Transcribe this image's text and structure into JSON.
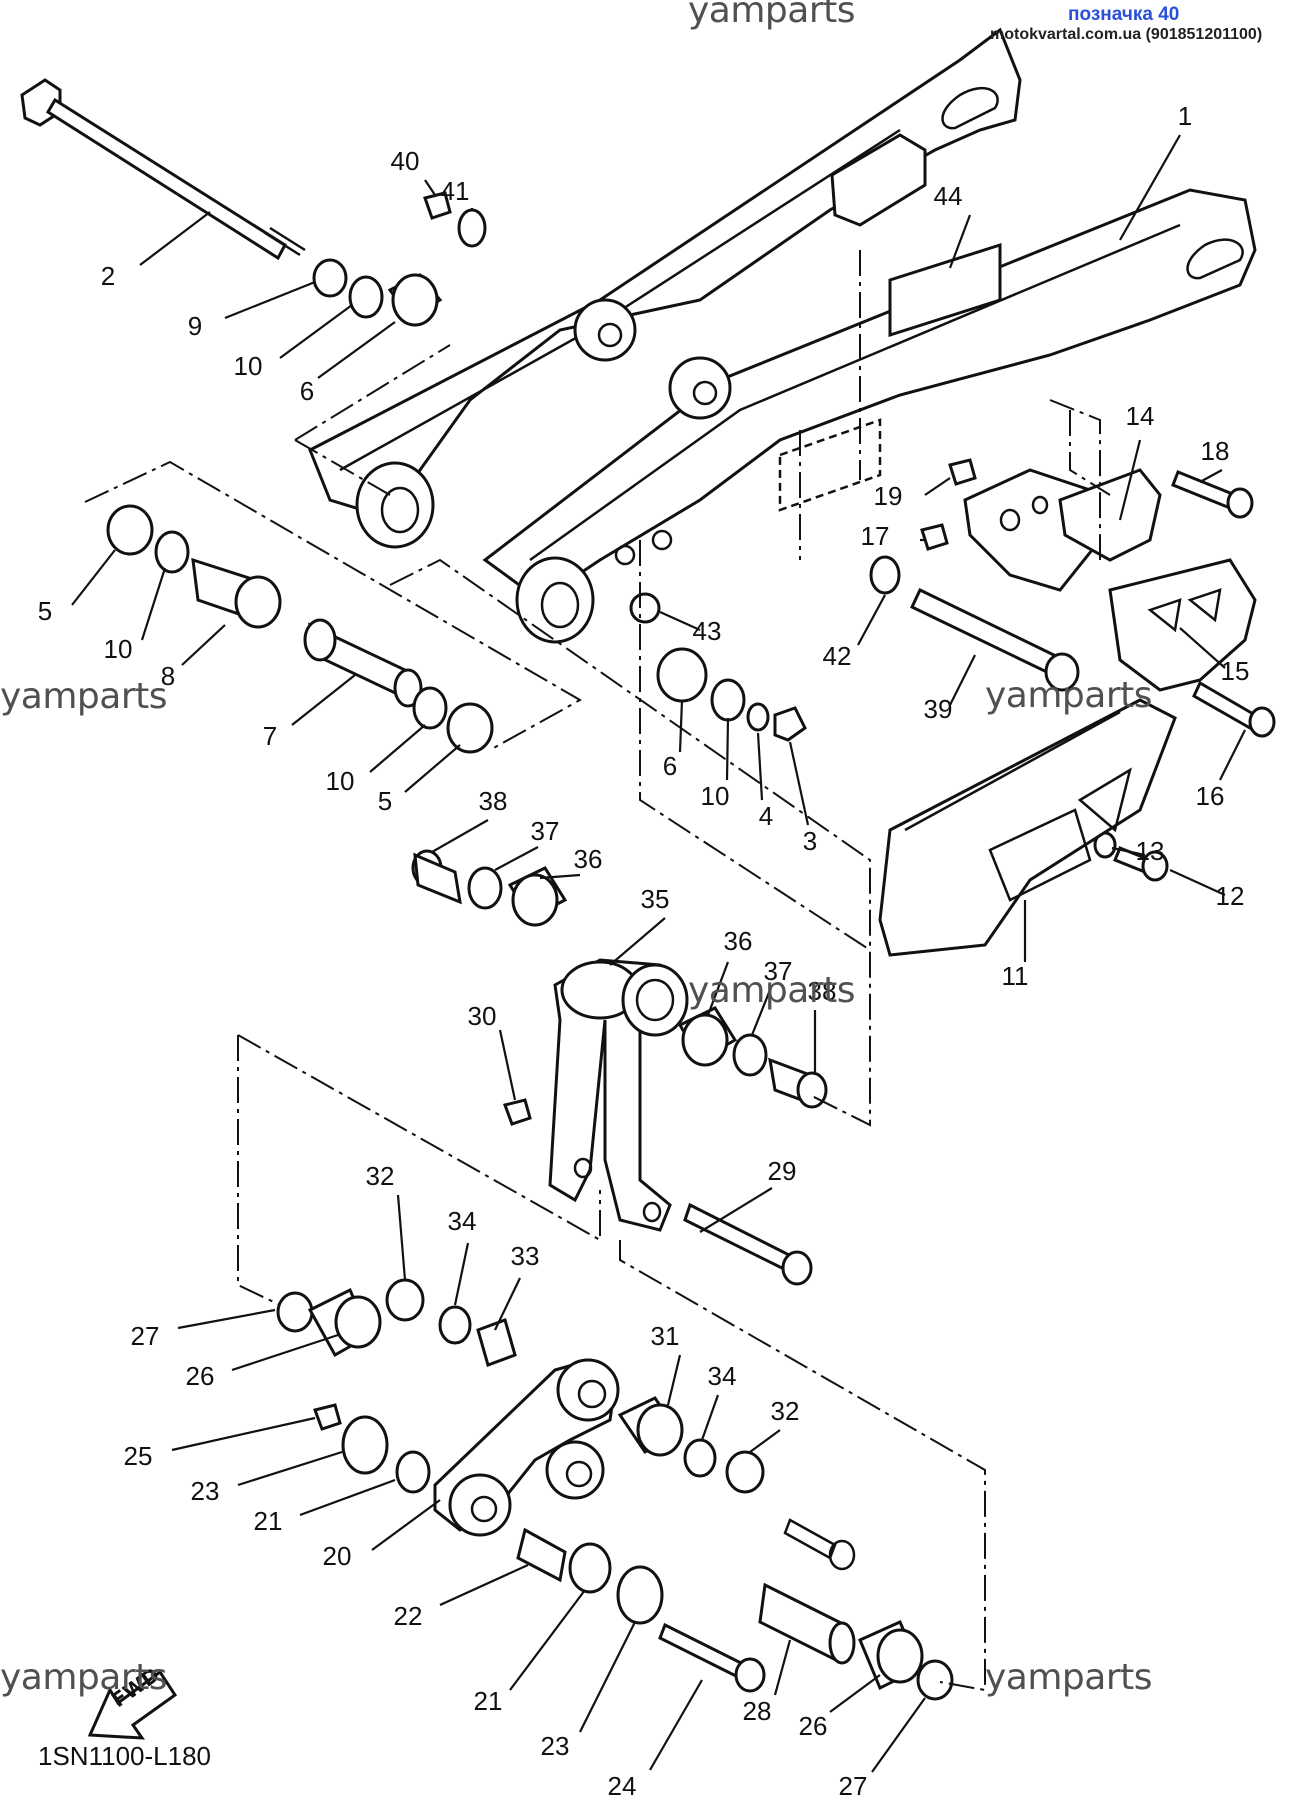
{
  "header": {
    "watermark": "yamparts",
    "tag_link": "позначка 40",
    "site_text": "motokvartal.com.ua (901851201100)"
  },
  "diagram": {
    "code": "1SN1100-L180",
    "fwd_label": "FWD"
  },
  "callouts": [
    {
      "n": "1"
    },
    {
      "n": "2"
    },
    {
      "n": "3"
    },
    {
      "n": "4"
    },
    {
      "n": "5"
    },
    {
      "n": "5"
    },
    {
      "n": "6"
    },
    {
      "n": "6"
    },
    {
      "n": "7"
    },
    {
      "n": "8"
    },
    {
      "n": "9"
    },
    {
      "n": "10"
    },
    {
      "n": "10"
    },
    {
      "n": "10"
    },
    {
      "n": "10"
    },
    {
      "n": "11"
    },
    {
      "n": "12"
    },
    {
      "n": "13"
    },
    {
      "n": "14"
    },
    {
      "n": "15"
    },
    {
      "n": "16"
    },
    {
      "n": "17"
    },
    {
      "n": "18"
    },
    {
      "n": "19"
    },
    {
      "n": "20"
    },
    {
      "n": "21"
    },
    {
      "n": "21"
    },
    {
      "n": "22"
    },
    {
      "n": "23"
    },
    {
      "n": "23"
    },
    {
      "n": "24"
    },
    {
      "n": "25"
    },
    {
      "n": "26"
    },
    {
      "n": "26"
    },
    {
      "n": "27"
    },
    {
      "n": "27"
    },
    {
      "n": "28"
    },
    {
      "n": "29"
    },
    {
      "n": "30"
    },
    {
      "n": "31"
    },
    {
      "n": "32"
    },
    {
      "n": "32"
    },
    {
      "n": "33"
    },
    {
      "n": "34"
    },
    {
      "n": "34"
    },
    {
      "n": "35"
    },
    {
      "n": "36"
    },
    {
      "n": "36"
    },
    {
      "n": "37"
    },
    {
      "n": "37"
    },
    {
      "n": "38"
    },
    {
      "n": "38"
    },
    {
      "n": "39"
    },
    {
      "n": "40"
    },
    {
      "n": "41"
    },
    {
      "n": "42"
    },
    {
      "n": "43"
    },
    {
      "n": "44"
    }
  ]
}
